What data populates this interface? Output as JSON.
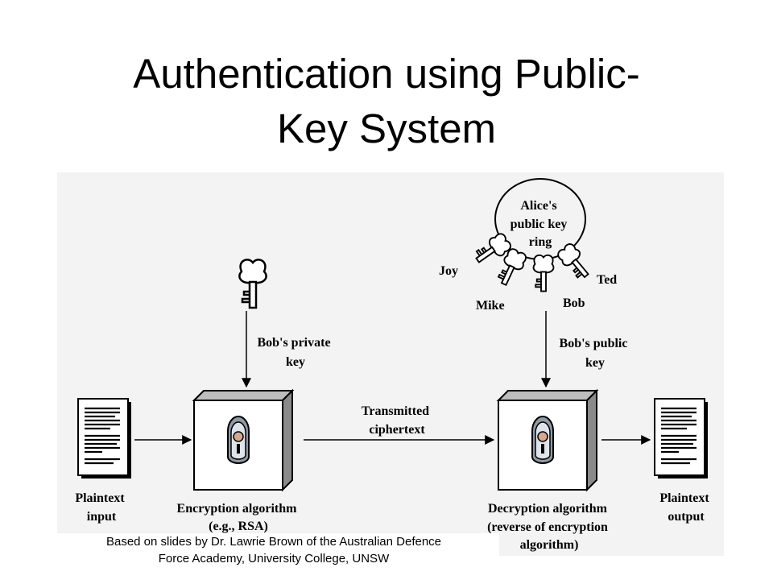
{
  "title": {
    "line1": "Authentication using Public-",
    "line2": "Key System"
  },
  "diagram": {
    "plaintext_input": [
      "Plaintext",
      "input"
    ],
    "plaintext_output": [
      "Plaintext",
      "output"
    ],
    "private_key_label": [
      "Bob's private",
      "key"
    ],
    "public_key_label": [
      "Bob's public",
      "key"
    ],
    "key_ring_label": [
      "Alice's",
      "public key",
      "ring"
    ],
    "ring_keys": {
      "joy": "Joy",
      "mike": "Mike",
      "bob": "Bob",
      "ted": "Ted"
    },
    "channel_label": [
      "Transmitted",
      "ciphertext"
    ],
    "encryption_label": [
      "Encryption algorithm",
      "(e.g., RSA)"
    ],
    "decryption_label": [
      "Decryption algorithm",
      "(reverse of encryption",
      "algorithm)"
    ],
    "icons": [
      "document-icon",
      "key-icon",
      "lock-box-icon",
      "arrow-icon"
    ]
  },
  "credit": {
    "line1": "Based on slides by Dr. Lawrie Brown of the Australian Defence",
    "line2": "Force Academy, University College, UNSW"
  }
}
